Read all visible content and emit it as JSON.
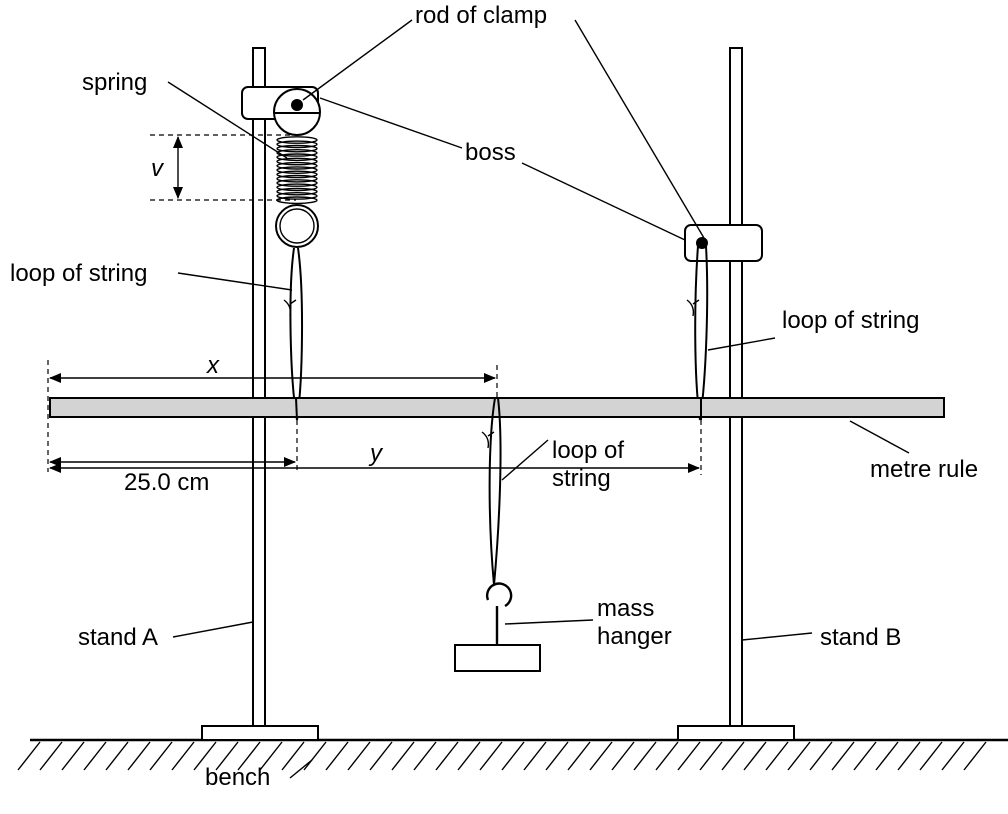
{
  "labels": {
    "rod_of_clamp": "rod of clamp",
    "spring": "spring",
    "v": "v",
    "boss": "boss",
    "loop_of_string_left": "loop of string",
    "loop_of_string_right": "loop of string",
    "x": "x",
    "distance_25": "25.0 cm",
    "loop_of_string_middle_line1": "loop of",
    "loop_of_string_middle_line2": "string",
    "y": "y",
    "metre_rule": "metre rule",
    "mass_hanger_line1": "mass",
    "mass_hanger_line2": "hanger",
    "stand_a": "stand A",
    "stand_b": "stand B",
    "bench": "bench"
  },
  "colors": {
    "rule_fill": "#d3d3d3",
    "ink": "#000000"
  }
}
